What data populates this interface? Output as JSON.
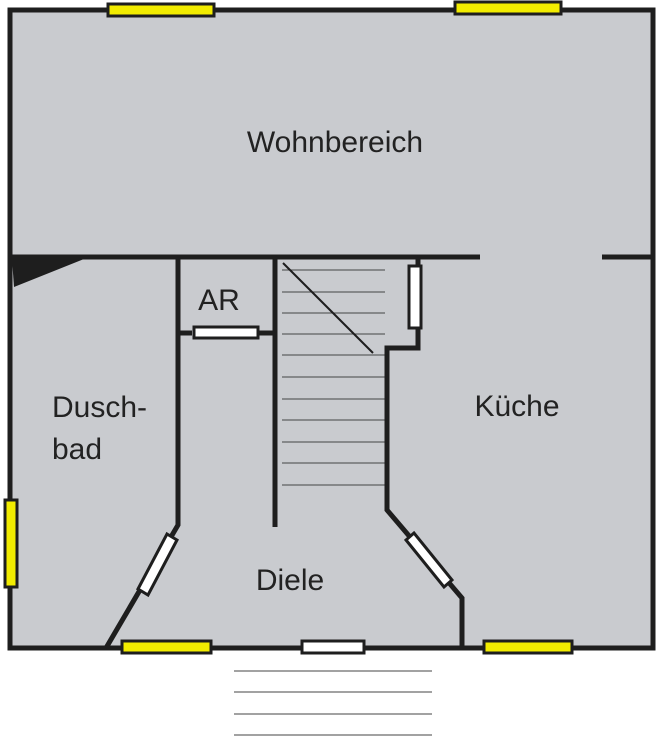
{
  "rooms": {
    "wohnbereich": "Wohnbereich",
    "ar": "AR",
    "duschbad_line1": "Dusch-",
    "duschbad_line2": "bad",
    "kueche": "Küche",
    "diele": "Diele"
  },
  "colors": {
    "floor": "#c9cbcf",
    "wall": "#1e1e1e",
    "window_glass": "#f2ec00",
    "door_panel": "#ffffff"
  }
}
